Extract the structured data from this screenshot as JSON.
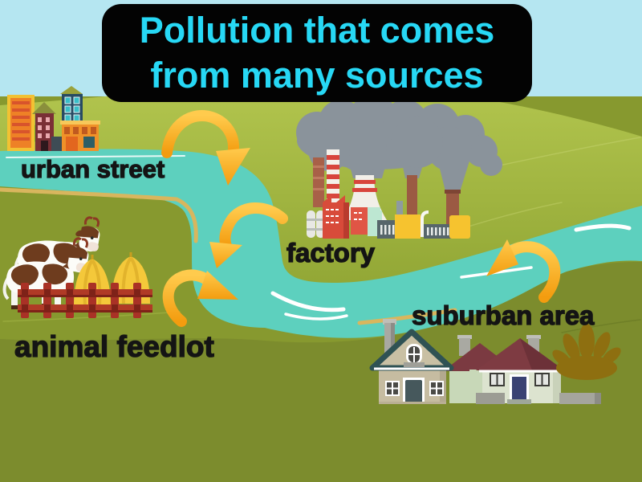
{
  "title_lines": [
    "Pollution that comes",
    "from many sources"
  ],
  "sources": [
    {
      "id": "urban-street",
      "label": "urban street"
    },
    {
      "id": "factory",
      "label": "factory"
    },
    {
      "id": "animal-feedlot",
      "label": "animal feedlot"
    },
    {
      "id": "suburban-area",
      "label": "suburban area"
    }
  ],
  "illustrations": [
    "city-buildings",
    "factory-with-smokestacks",
    "smoke-plumes",
    "winding-river",
    "curved-arrow",
    "cows",
    "haystacks",
    "red-fence",
    "suburban-houses",
    "bush"
  ],
  "colors": {
    "sky": "#B5E6F1",
    "title_background": "#030303",
    "title_text": "#27D8F5",
    "label_text": "#141414",
    "river": "#5DD0BE",
    "shoreline_tan": "#D8B65E",
    "arrow_yellow": "#F9AD1E",
    "grass_top": "#ABBF47",
    "grass_mid": "#87992F",
    "grass_bottom": "#7C8C2D",
    "smoke_gray": "#8A939B"
  }
}
